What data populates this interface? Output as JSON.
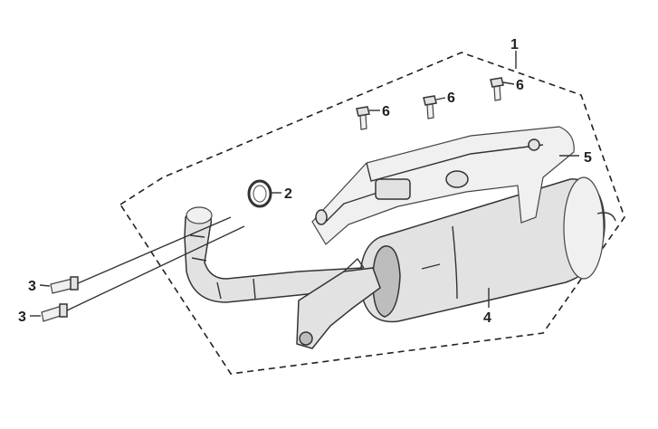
{
  "callouts": {
    "c1": "1",
    "c2": "2",
    "c3a": "3",
    "c3b": "3",
    "c4": "4",
    "c5": "5",
    "c6a": "6",
    "c6b": "6",
    "c6c": "6"
  }
}
